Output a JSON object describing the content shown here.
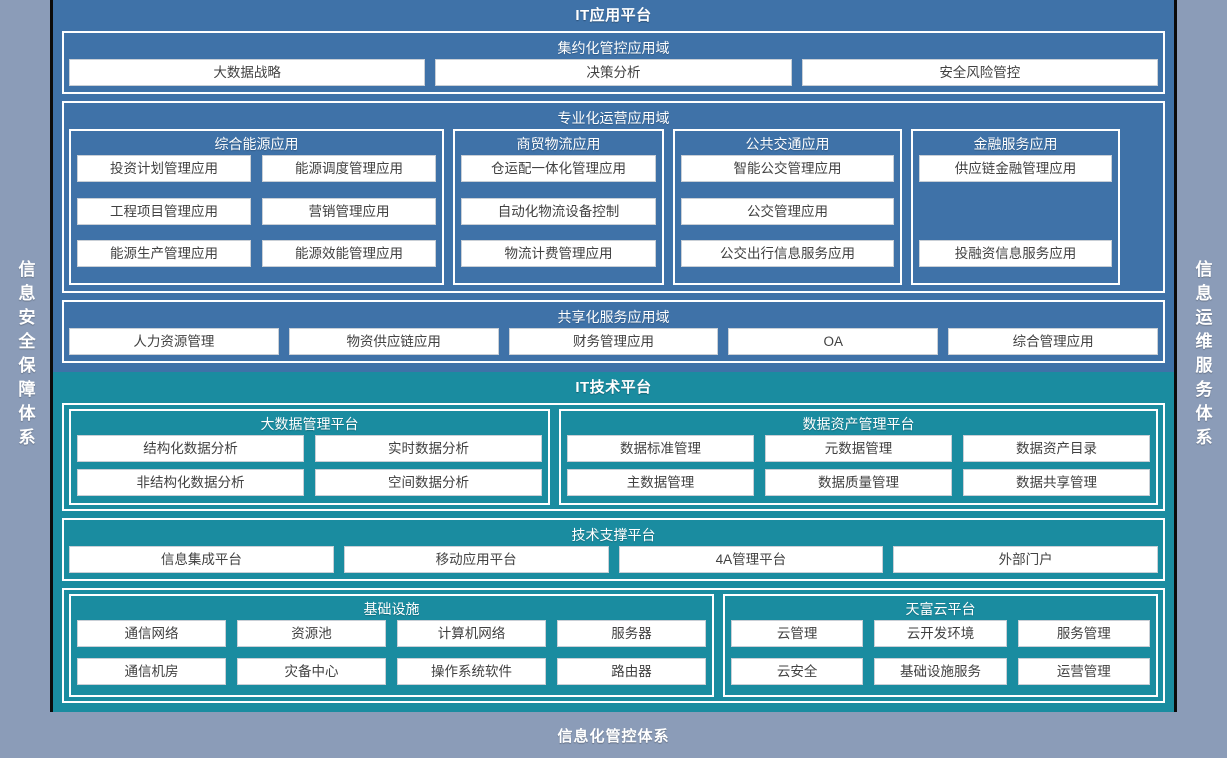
{
  "left_rail": {
    "label": "信息安全保障体系"
  },
  "right_rail": {
    "label": "信息运维服务体系"
  },
  "footer": {
    "label": "信息化管控体系"
  },
  "colors": {
    "outer_background": "#8b9cb8",
    "application_platform": "#3f72a8",
    "technology_platform": "#1a8ca0",
    "chip_background": "#ffffff",
    "chip_text": "#414141",
    "border_white": "#ffffff",
    "divider_black": "#0b0b0b"
  },
  "application_platform": {
    "title": "IT应用平台",
    "domains": [
      {
        "title": "集约化管控应用域",
        "layout": "row",
        "items": [
          "大数据战略",
          "决策分析",
          "安全风险管控"
        ]
      },
      {
        "title": "专业化运营应用域",
        "layout": "groups",
        "groups": [
          {
            "title": "综合能源应用",
            "columns": 2,
            "items": [
              "投资计划管理应用",
              "能源调度管理应用",
              "工程项目管理应用",
              "营销管理应用",
              "能源生产管理应用",
              "能源效能管理应用"
            ]
          },
          {
            "title": "商贸物流应用",
            "columns": 1,
            "items": [
              "仓运配一体化管理应用",
              "自动化物流设备控制",
              "物流计费管理应用"
            ]
          },
          {
            "title": "公共交通应用",
            "columns": 1,
            "items": [
              "智能公交管理应用",
              "公交管理应用",
              "公交出行信息服务应用"
            ]
          },
          {
            "title": "金融服务应用",
            "columns": 1,
            "items": [
              "供应链金融管理应用",
              "",
              "投融资信息服务应用"
            ]
          }
        ]
      },
      {
        "title": "共享化服务应用域",
        "layout": "row",
        "items": [
          "人力资源管理",
          "物资供应链应用",
          "财务管理应用",
          "OA",
          "综合管理应用"
        ]
      }
    ]
  },
  "technology_platform": {
    "title": "IT技术平台",
    "domains": [
      {
        "layout": "groups",
        "groups": [
          {
            "title": "大数据管理平台",
            "columns": 2,
            "items": [
              "结构化数据分析",
              "实时数据分析",
              "非结构化数据分析",
              "空间数据分析"
            ]
          },
          {
            "title": "数据资产管理平台",
            "columns": 3,
            "items": [
              "数据标准管理",
              "元数据管理",
              "数据资产目录",
              "主数据管理",
              "数据质量管理",
              "数据共享管理"
            ]
          }
        ]
      },
      {
        "title": "技术支撑平台",
        "layout": "row",
        "items": [
          "信息集成平台",
          "移动应用平台",
          "4A管理平台",
          "外部门户"
        ]
      },
      {
        "layout": "groups",
        "groups": [
          {
            "title": "基础设施",
            "columns": 4,
            "items": [
              "通信网络",
              "资源池",
              "计算机网络",
              "服务器",
              "通信机房",
              "灾备中心",
              "操作系统软件",
              "路由器"
            ]
          },
          {
            "title": "天富云平台",
            "columns": 3,
            "items": [
              "云管理",
              "云开发环境",
              "服务管理",
              "云安全",
              "基础设施服务",
              "运营管理"
            ]
          }
        ]
      }
    ]
  }
}
